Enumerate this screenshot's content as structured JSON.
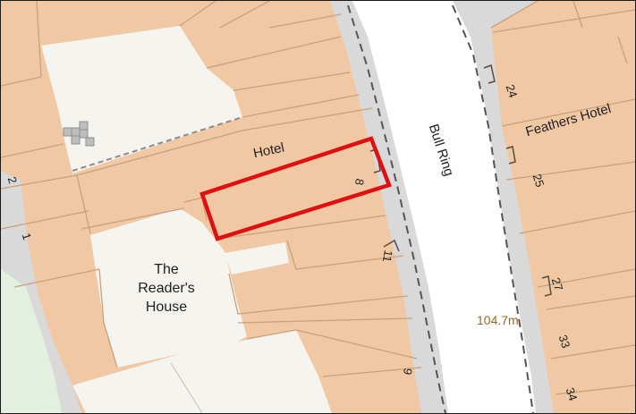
{
  "colors": {
    "building": "#f0c9a4",
    "building_outline": "#c9a07c",
    "road": "#ffffff",
    "pavement": "#d9d9d9",
    "courtyard": "#f6f4ef",
    "green": "#e3f0e0",
    "site_outline": "#e01010",
    "spot_height_text": "#9a6a1c"
  },
  "labels": {
    "road": "Bull Ring",
    "hotel_left": "Hotel",
    "hotel_right": "Feathers Hotel",
    "readers_house_line1": "The",
    "readers_house_line2": "Reader's",
    "readers_house_line3": "House",
    "spot_height": "104.7m"
  },
  "house_numbers": [
    "24",
    "25",
    "27",
    "33",
    "34",
    "8",
    "11",
    "9",
    "2",
    "1"
  ],
  "highlighted_site": {
    "outline": "red"
  }
}
